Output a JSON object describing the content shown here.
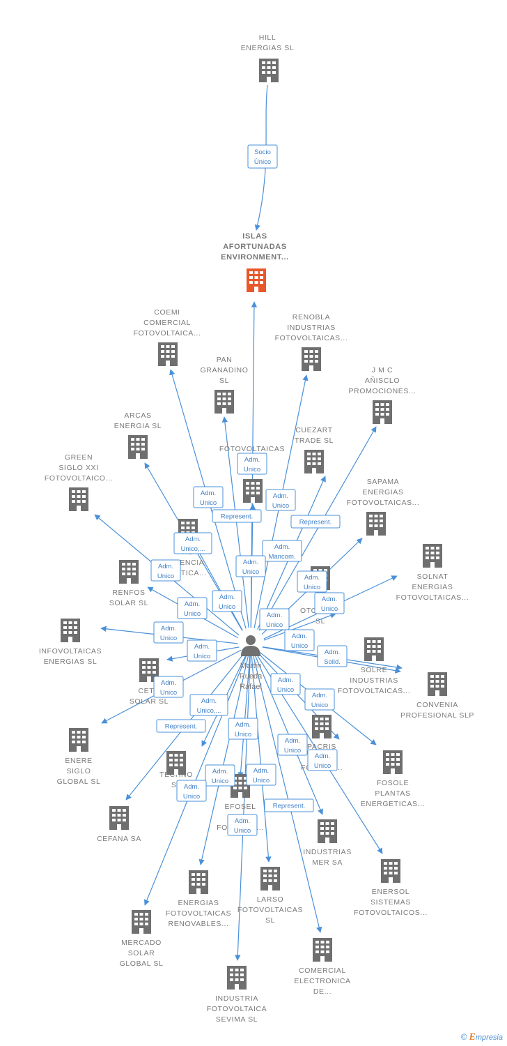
{
  "colors": {
    "edge": "#4a90d9",
    "building": "#6f6f6f",
    "building_focus": "#e8582b",
    "label": "#7a7a7a",
    "person": "#707070"
  },
  "center": {
    "name_lines": [
      "Martin",
      "Rueda",
      "Rafael"
    ]
  },
  "focus": {
    "name_lines": [
      "ISLAS",
      "AFORTUNADAS",
      "ENVIRONMENT..."
    ]
  },
  "top_node": {
    "name_lines": [
      "HILL",
      "ENERGIAS  SL"
    ]
  },
  "top_relation": {
    "lines": [
      "Socio",
      "Único"
    ]
  },
  "companies": [
    {
      "id": "coemi",
      "lines": [
        "COEMI",
        "COMERCIAL",
        "FOTOVOLTAICA..."
      ]
    },
    {
      "id": "renobla",
      "lines": [
        "RENOBLA",
        "INDUSTRIAS",
        "FOTOVOLTAICAS..."
      ]
    },
    {
      "id": "pan",
      "lines": [
        "PAN",
        "GRANADINO",
        "SL"
      ]
    },
    {
      "id": "jmc",
      "lines": [
        "J M C",
        "AÑISCLO",
        "PROMOCIONES..."
      ]
    },
    {
      "id": "arcas",
      "lines": [
        "ARCAS",
        "ENERGIA  SL"
      ]
    },
    {
      "id": "cuezart",
      "lines": [
        "CUEZART",
        "TRADE SL"
      ]
    },
    {
      "id": "fotovoltaicas_g",
      "lines": [
        "FOTOVOLTAICAS",
        "G         S",
        "IBE        SL"
      ]
    },
    {
      "id": "green",
      "lines": [
        "GREEN",
        "SIGLO XXI",
        "FOTOVOLTAICO..."
      ]
    },
    {
      "id": "sapama",
      "lines": [
        "SAPAMA",
        "ENERGIAS",
        "FOTOVOLTAICAS..."
      ]
    },
    {
      "id": "agencia",
      "lines": [
        "AG",
        "CIENCIA",
        "GETICA..."
      ]
    },
    {
      "id": "solnat",
      "lines": [
        "SOLNAT",
        "ENERGIAS",
        "FOTOVOLTAICAS..."
      ]
    },
    {
      "id": "renfos",
      "lines": [
        "RENFOS",
        "SOLAR  SL"
      ]
    },
    {
      "id": "de_foto",
      "lines": [
        "DE",
        "OTOVOL      S",
        "SL"
      ]
    },
    {
      "id": "infovoltaicas",
      "lines": [
        "INFOVOLTAICAS",
        "ENERGIAS  SL"
      ]
    },
    {
      "id": "solre",
      "lines": [
        "SOLRE",
        "INDUSTRIAS",
        "FOTOVOLTAICAS..."
      ]
    },
    {
      "id": "cetu",
      "lines": [
        "CETU",
        "SOLAR SL"
      ]
    },
    {
      "id": "convenia",
      "lines": [
        "CONVENIA",
        "PROFESIONAL SLP"
      ]
    },
    {
      "id": "enere",
      "lines": [
        "ENERE",
        "SIGLO",
        "GLOBAL  SL"
      ]
    },
    {
      "id": "edo",
      "lines": [
        "EDO",
        "TECHNO",
        "SL"
      ]
    },
    {
      "id": "pacris",
      "lines": [
        "PACRIS",
        "E",
        "FOTO      AS..."
      ]
    },
    {
      "id": "fosole",
      "lines": [
        "FOSOLE",
        "PLANTAS",
        "ENERGETICAS..."
      ]
    },
    {
      "id": "cefana",
      "lines": [
        "CEFANA SA"
      ]
    },
    {
      "id": "efosel",
      "lines": [
        "EFOSEL",
        "EN",
        "FOTOV        AS..."
      ]
    },
    {
      "id": "industrias_mer",
      "lines": [
        "INDUSTRIAS",
        "MER SA"
      ]
    },
    {
      "id": "enersol",
      "lines": [
        "ENERSOL",
        "SISTEMAS",
        "FOTOVOLTAICOS..."
      ]
    },
    {
      "id": "energias_foto",
      "lines": [
        "ENERGIAS",
        "FOTOVOLTAICAS",
        "RENOVABLES..."
      ]
    },
    {
      "id": "larso",
      "lines": [
        "LARSO",
        "FOTOVOLTAICAS",
        "SL"
      ]
    },
    {
      "id": "mercado",
      "lines": [
        "MERCADO",
        "SOLAR",
        "GLOBAL  SL"
      ]
    },
    {
      "id": "comercial_elec",
      "lines": [
        "COMERCIAL",
        "ELECTRONICA",
        "DE..."
      ]
    },
    {
      "id": "industria_foto",
      "lines": [
        "INDUSTRIA",
        "FOTOVOLTAICA",
        "SEVIMA  SL"
      ]
    }
  ],
  "relations": [
    {
      "id": "r_fotog",
      "lines": [
        "Adm.",
        "Unico"
      ]
    },
    {
      "id": "r_coemi",
      "lines": [
        "Adm.",
        "Unico"
      ]
    },
    {
      "id": "r_renobla",
      "lines": [
        "Adm.",
        "Unico"
      ]
    },
    {
      "id": "r_rep1",
      "lines": [
        "Represent."
      ]
    },
    {
      "id": "r_rep2",
      "lines": [
        "Represent."
      ]
    },
    {
      "id": "r_arcas",
      "lines": [
        "Adm.",
        "Unico,..."
      ]
    },
    {
      "id": "r_mancom",
      "lines": [
        "Adm.",
        "Mancom."
      ]
    },
    {
      "id": "r_green",
      "lines": [
        "Adm.",
        "Unico"
      ]
    },
    {
      "id": "r_pan",
      "lines": [
        "Adm.",
        "Unico"
      ]
    },
    {
      "id": "r_sapama",
      "lines": [
        "Adm.",
        "Unico"
      ]
    },
    {
      "id": "r_agencia",
      "lines": [
        "Adm.",
        "Unico"
      ]
    },
    {
      "id": "r_renfos",
      "lines": [
        "Adm.",
        "Unico"
      ]
    },
    {
      "id": "r_solnat",
      "lines": [
        "Adm.",
        "Unico"
      ]
    },
    {
      "id": "r_cuezart",
      "lines": [
        "Adm.",
        "Unico"
      ]
    },
    {
      "id": "r_infov",
      "lines": [
        "Adm.",
        "Unico"
      ]
    },
    {
      "id": "r_de",
      "lines": [
        "Adm.",
        "Unico"
      ]
    },
    {
      "id": "r_cetu",
      "lines": [
        "Adm.",
        "Unico"
      ]
    },
    {
      "id": "r_solid",
      "lines": [
        "Adm.",
        "Solid."
      ]
    },
    {
      "id": "r_enere",
      "lines": [
        "Adm.",
        "Unico"
      ]
    },
    {
      "id": "r_solre",
      "lines": [
        "Adm.",
        "Unico"
      ]
    },
    {
      "id": "r_cefana",
      "lines": [
        "Adm.",
        "Unico,..."
      ]
    },
    {
      "id": "r_convenia",
      "lines": [
        "Adm.",
        "Unico"
      ]
    },
    {
      "id": "r_rep3",
      "lines": [
        "Represent."
      ]
    },
    {
      "id": "r_efosel",
      "lines": [
        "Adm.",
        "Unico"
      ]
    },
    {
      "id": "r_pacris",
      "lines": [
        "Adm.",
        "Unico"
      ]
    },
    {
      "id": "r_fosole",
      "lines": [
        "Adm.",
        "Unico"
      ]
    },
    {
      "id": "r_edo",
      "lines": [
        "Adm.",
        "Unico"
      ]
    },
    {
      "id": "r_larso",
      "lines": [
        "Adm.",
        "Unico"
      ]
    },
    {
      "id": "r_mercado",
      "lines": [
        "Adm.",
        "Unico"
      ]
    },
    {
      "id": "r_rep4",
      "lines": [
        "Represent."
      ]
    },
    {
      "id": "r_industria",
      "lines": [
        "Adm.",
        "Unico"
      ]
    }
  ],
  "footer": {
    "copyright": "©",
    "brand_initial": "E",
    "brand_rest": "mpresia"
  }
}
